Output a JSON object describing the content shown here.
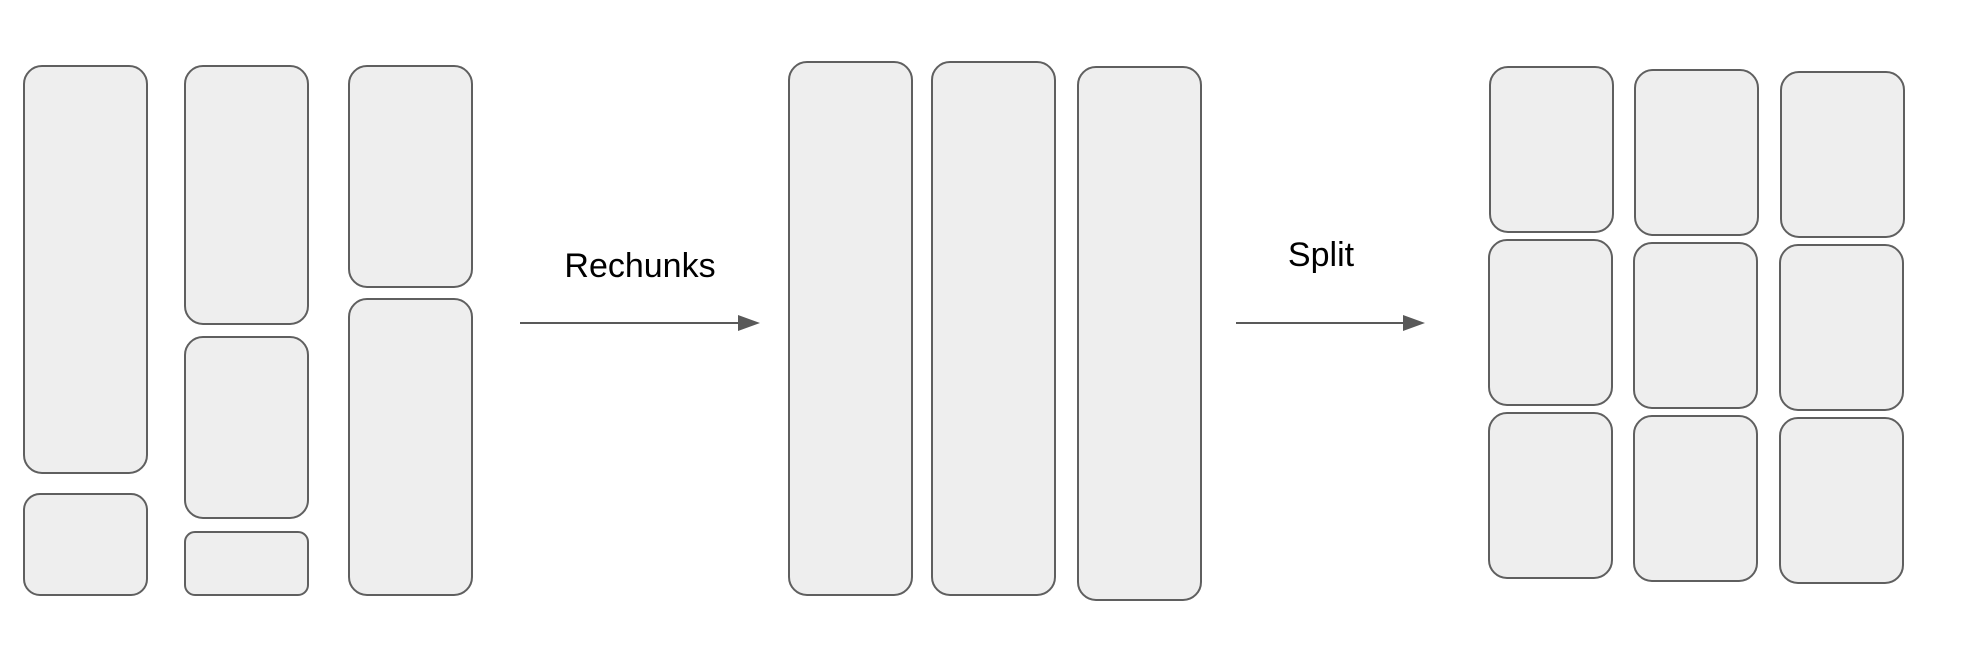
{
  "steps": {
    "rechunk_label": "Rechunks",
    "split_label": "Split"
  },
  "colors": {
    "chunk_fill": "#eeeeee",
    "chunk_stroke": "#5f5f5f",
    "arrow": "#595959",
    "text": "#000000"
  },
  "groups": {
    "irregular_chunks": {
      "columns": 3,
      "chunks_per_column": [
        2,
        3,
        2
      ]
    },
    "rechunked_columns": {
      "columns": 3,
      "chunks_per_column": [
        1,
        1,
        1
      ]
    },
    "split_grid": {
      "rows": 3,
      "columns": 3
    }
  }
}
